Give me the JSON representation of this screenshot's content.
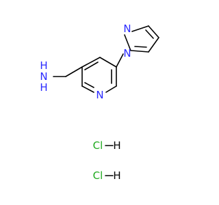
{
  "structure": {
    "atoms": {
      "pyrazole_n2": "N",
      "pyrazole_n1": "N",
      "pyridine_n": "N",
      "amine_n": "N",
      "amine_h1": "H",
      "amine_h2": "H"
    },
    "salts": [
      {
        "cl": "Cl",
        "h": "H"
      },
      {
        "cl": "Cl",
        "h": "H"
      }
    ]
  },
  "colors": {
    "bond": "#000000",
    "nitrogen": "#2a2aff",
    "chlorine": "#1faa1f"
  }
}
